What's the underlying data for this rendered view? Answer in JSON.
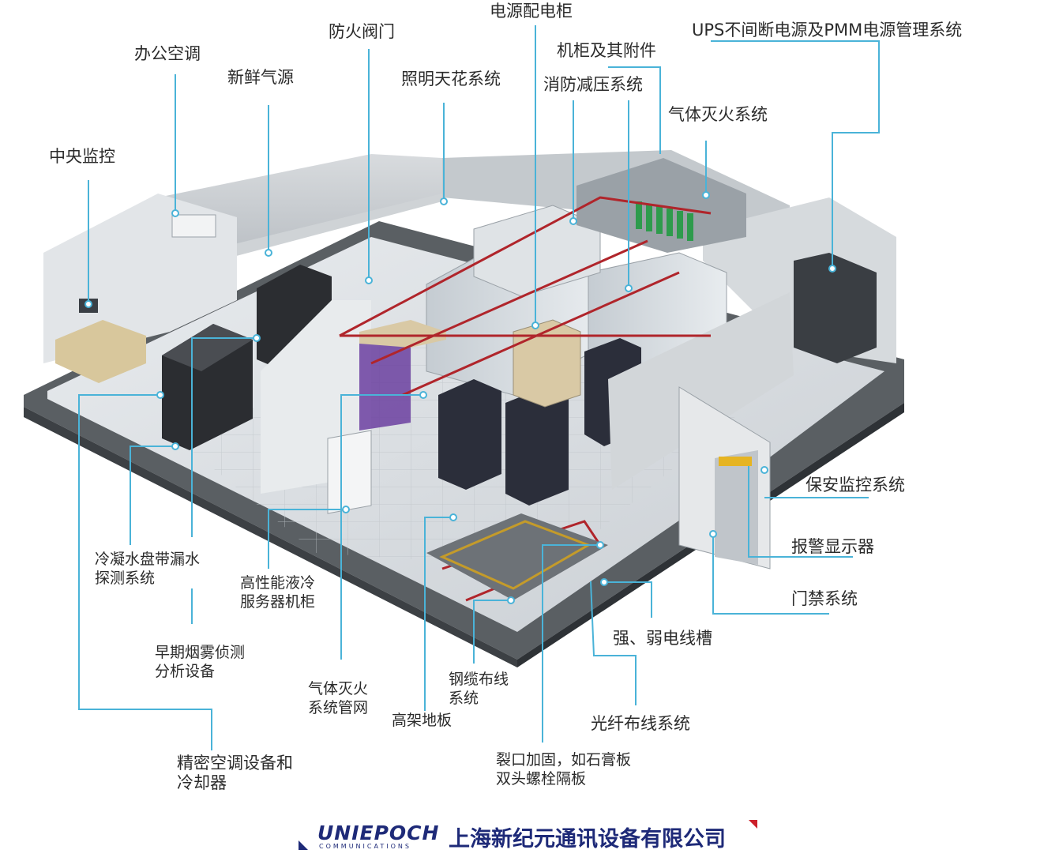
{
  "labels": {
    "power_cabinet": "电源配电柜",
    "fire_damper": "防火阀门",
    "office_ac": "办公空调",
    "fresh_air": "新鲜气源",
    "lighting_ceiling": "照明天花系统",
    "rack_accessories": "机柜及其附件",
    "fire_decompress": "消防减压系统",
    "ups_pmm": "UPS不间断电源及PMM电源管理系统",
    "gas_fire": "气体灭火系统",
    "central_monitor": "中央监控",
    "security_monitor": "保安监控系统",
    "alarm_display": "报警显示器",
    "access_control": "门禁系统",
    "power_trough": "强、弱电线槽",
    "fiber_cabling": "光纤布线系统",
    "crack_reinforce": [
      "裂口加固，如石膏板",
      "双头螺栓隔板"
    ],
    "raised_floor": "高架地板",
    "cable_wiring": [
      "钢缆布线",
      "系统"
    ],
    "gas_pipe_net": [
      "气体灭火",
      "系统管网"
    ],
    "liquid_cool": [
      "高性能液冷",
      "服务器机柜"
    ],
    "condensate_leak": [
      "冷凝水盘带漏水",
      "探测系统"
    ],
    "smoke_detect": [
      "早期烟雾侦测",
      "分析设备"
    ],
    "precision_ac": [
      "精密空调设备和",
      "冷却器"
    ]
  },
  "footer": {
    "brand": "UNIEPOCH",
    "brand_sub": "COMMUNICATIONS",
    "company": "上海新纪元通讯设备有限公司"
  },
  "colors": {
    "leader": "#4ab3d8",
    "text": "#2b2b2b",
    "brand": "#1e2a78",
    "brand_accent": "#cc1f2a",
    "pipe": "#b0252b"
  }
}
